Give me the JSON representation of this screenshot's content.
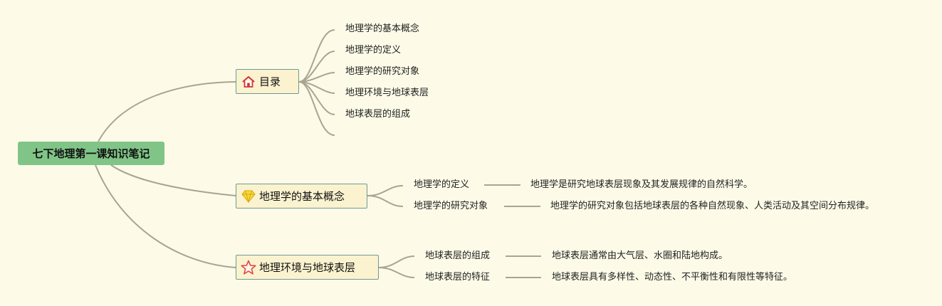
{
  "root": {
    "label": "七下地理第一课知识笔记"
  },
  "branches": [
    {
      "label": "目录",
      "icon": "house-icon",
      "items": [
        "地理学的基本概念",
        "地理学的定义",
        "地理学的研究对象",
        "地理环境与地球表层",
        "地球表层的组成",
        ""
      ]
    },
    {
      "label": "地理学的基本概念",
      "icon": "gem-icon",
      "items": [
        {
          "term": "地理学的定义",
          "detail": "地理学是研究地球表层现象及其发展规律的自然科学。"
        },
        {
          "term": "地理学的研究对象",
          "detail": "地理学的研究对象包括地球表层的各种自然现象、人类活动及其空间分布规律。"
        }
      ]
    },
    {
      "label": "地理环境与地球表层",
      "icon": "star-icon",
      "items": [
        {
          "term": "地球表层的组成",
          "detail": "地球表层通常由大气层、水圈和陆地构成。"
        },
        {
          "term": "地球表层的特征",
          "detail": "地球表层具有多样性、动态性、不平衡性和有限性等特征。"
        }
      ]
    }
  ],
  "colors": {
    "background": "#fdfbe8",
    "root": "#80c587",
    "node_fill": "#fbf3cf",
    "node_border": "#6f9a96",
    "link": "#a8a58f"
  }
}
